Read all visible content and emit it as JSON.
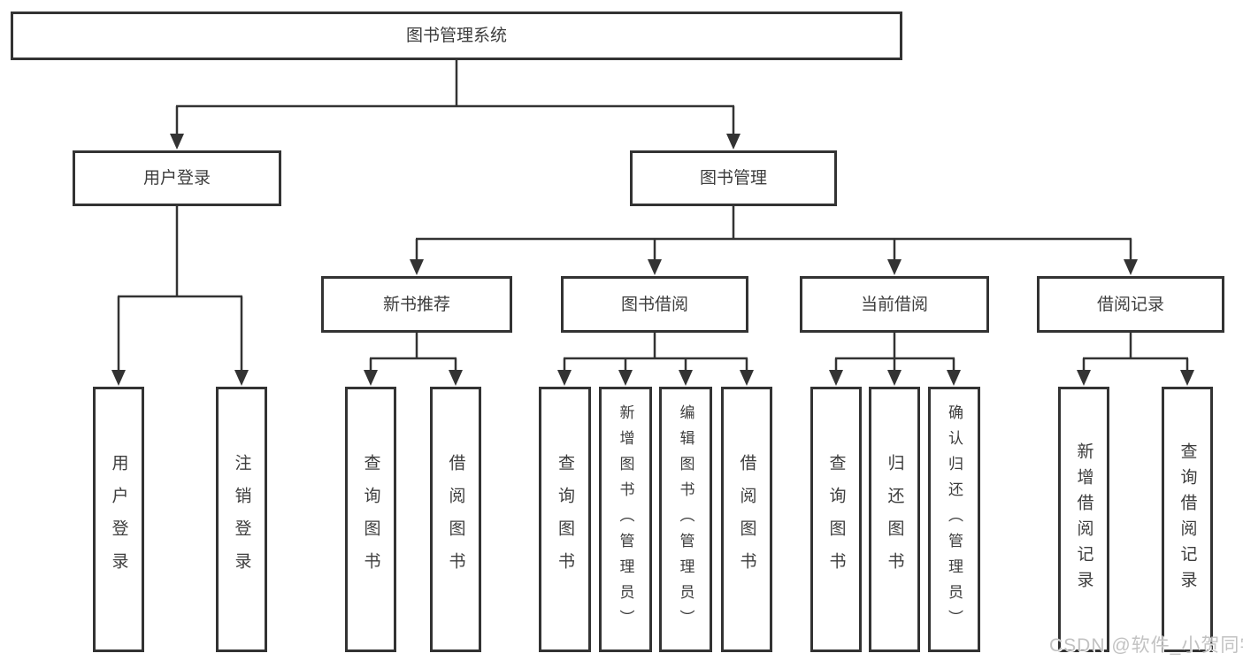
{
  "tree": {
    "label": "图书管理系统",
    "children": [
      {
        "label": "用户登录",
        "children": [
          {
            "label": "用户登录"
          },
          {
            "label": "注销登录"
          }
        ]
      },
      {
        "label": "图书管理",
        "children": [
          {
            "label": "新书推荐",
            "children": [
              {
                "label": "查询图书"
              },
              {
                "label": "借阅图书"
              }
            ]
          },
          {
            "label": "图书借阅",
            "children": [
              {
                "label": "查询图书"
              },
              {
                "label": "新增图书（管理员）"
              },
              {
                "label": "编辑图书（管理员）"
              },
              {
                "label": "借阅图书"
              }
            ]
          },
          {
            "label": "当前借阅",
            "children": [
              {
                "label": "查询图书"
              },
              {
                "label": "归还图书"
              },
              {
                "label": "确认归还（管理员）"
              }
            ]
          },
          {
            "label": "借阅记录",
            "children": [
              {
                "label": "新增借阅记录"
              },
              {
                "label": "查询借阅记录"
              }
            ]
          }
        ]
      }
    ]
  },
  "watermark": {
    "text": "CSDN @软件_小贺同学"
  },
  "colors": {
    "line": "#333333",
    "box_border": "#333333",
    "box_fill": "#ffffff",
    "text": "#3d3d3d",
    "watermark": "#c2c2c2",
    "background": "#ffffff"
  }
}
